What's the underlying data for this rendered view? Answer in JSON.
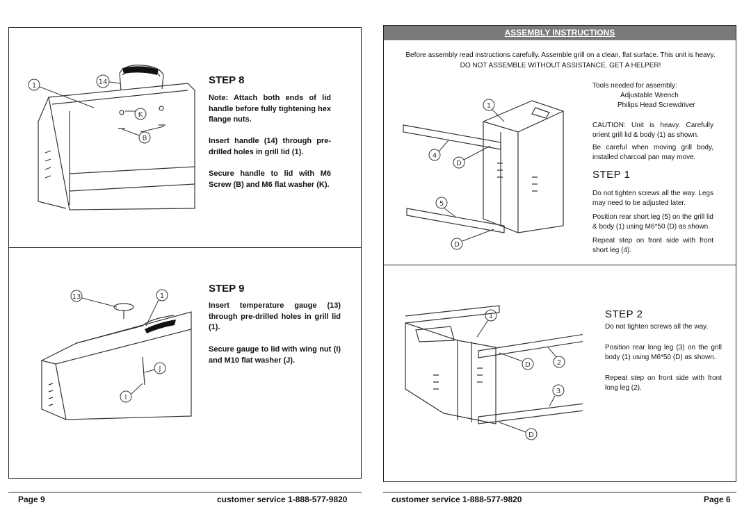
{
  "left_page": {
    "step8": {
      "title": "STEP 8",
      "note": "Note: Attach both ends of lid handle before fully tightening hex flange nuts.",
      "p1": "Insert handle (14) through pre-drilled holes in grill lid (1).",
      "p2": "Secure handle to lid with M6 Screw (B) and M6 flat washer (K).",
      "callouts": [
        "1",
        "14",
        "K",
        "B"
      ]
    },
    "step9": {
      "title": "STEP 9",
      "p1": "Insert temperature gauge (13) through pre-drilled holes in grill lid (1).",
      "p2": "Secure gauge to lid with wing nut (I) and M10 flat washer (J).",
      "callouts": [
        "13",
        "1",
        "J",
        "I"
      ]
    },
    "footer": {
      "page": "Page 9",
      "service": "customer service 1-888-577-9820"
    }
  },
  "right_page": {
    "header": "ASSEMBLY INSTRUCTIONS",
    "intro": "Before assembly read instructions carefully. Assemble grill on a clean, flat surface. This unit is heavy.",
    "warning": "DO NOT ASSEMBLE WITHOUT ASSISTANCE. GET A HELPER!",
    "tools": {
      "title": "Tools needed for assembly:",
      "items": [
        "Adjustable Wrench",
        "Philips Head Screwdriver"
      ]
    },
    "caution1": "CAUTION: Unit is heavy. Carefully orient grill lid & body (1) as shown.",
    "caution2": "Be careful when moving grill body, installed charcoal pan may move.",
    "step1": {
      "title": "STEP 1",
      "p1": "Do not tighten screws all the way. Legs may need to be adjusted later.",
      "p2": "Position rear short leg (5) on the grill lid & body (1) using M6*50 (D) as shown.",
      "p3": "Repeat step on front side with front short leg (4).",
      "callouts": [
        "1",
        "4",
        "D",
        "5",
        "D"
      ]
    },
    "step2": {
      "title": "STEP 2",
      "p1": "Do not tighten screws all the way.",
      "p2": "Position rear long leg (3) on the grill body (1) using M6*50 (D) as shown.",
      "p3": "Repeat step on front side with front long leg (2).",
      "callouts": [
        "1",
        "D",
        "2",
        "3",
        "D"
      ]
    },
    "footer": {
      "service": "customer service 1-888-577-9820",
      "page": "Page 6"
    }
  }
}
